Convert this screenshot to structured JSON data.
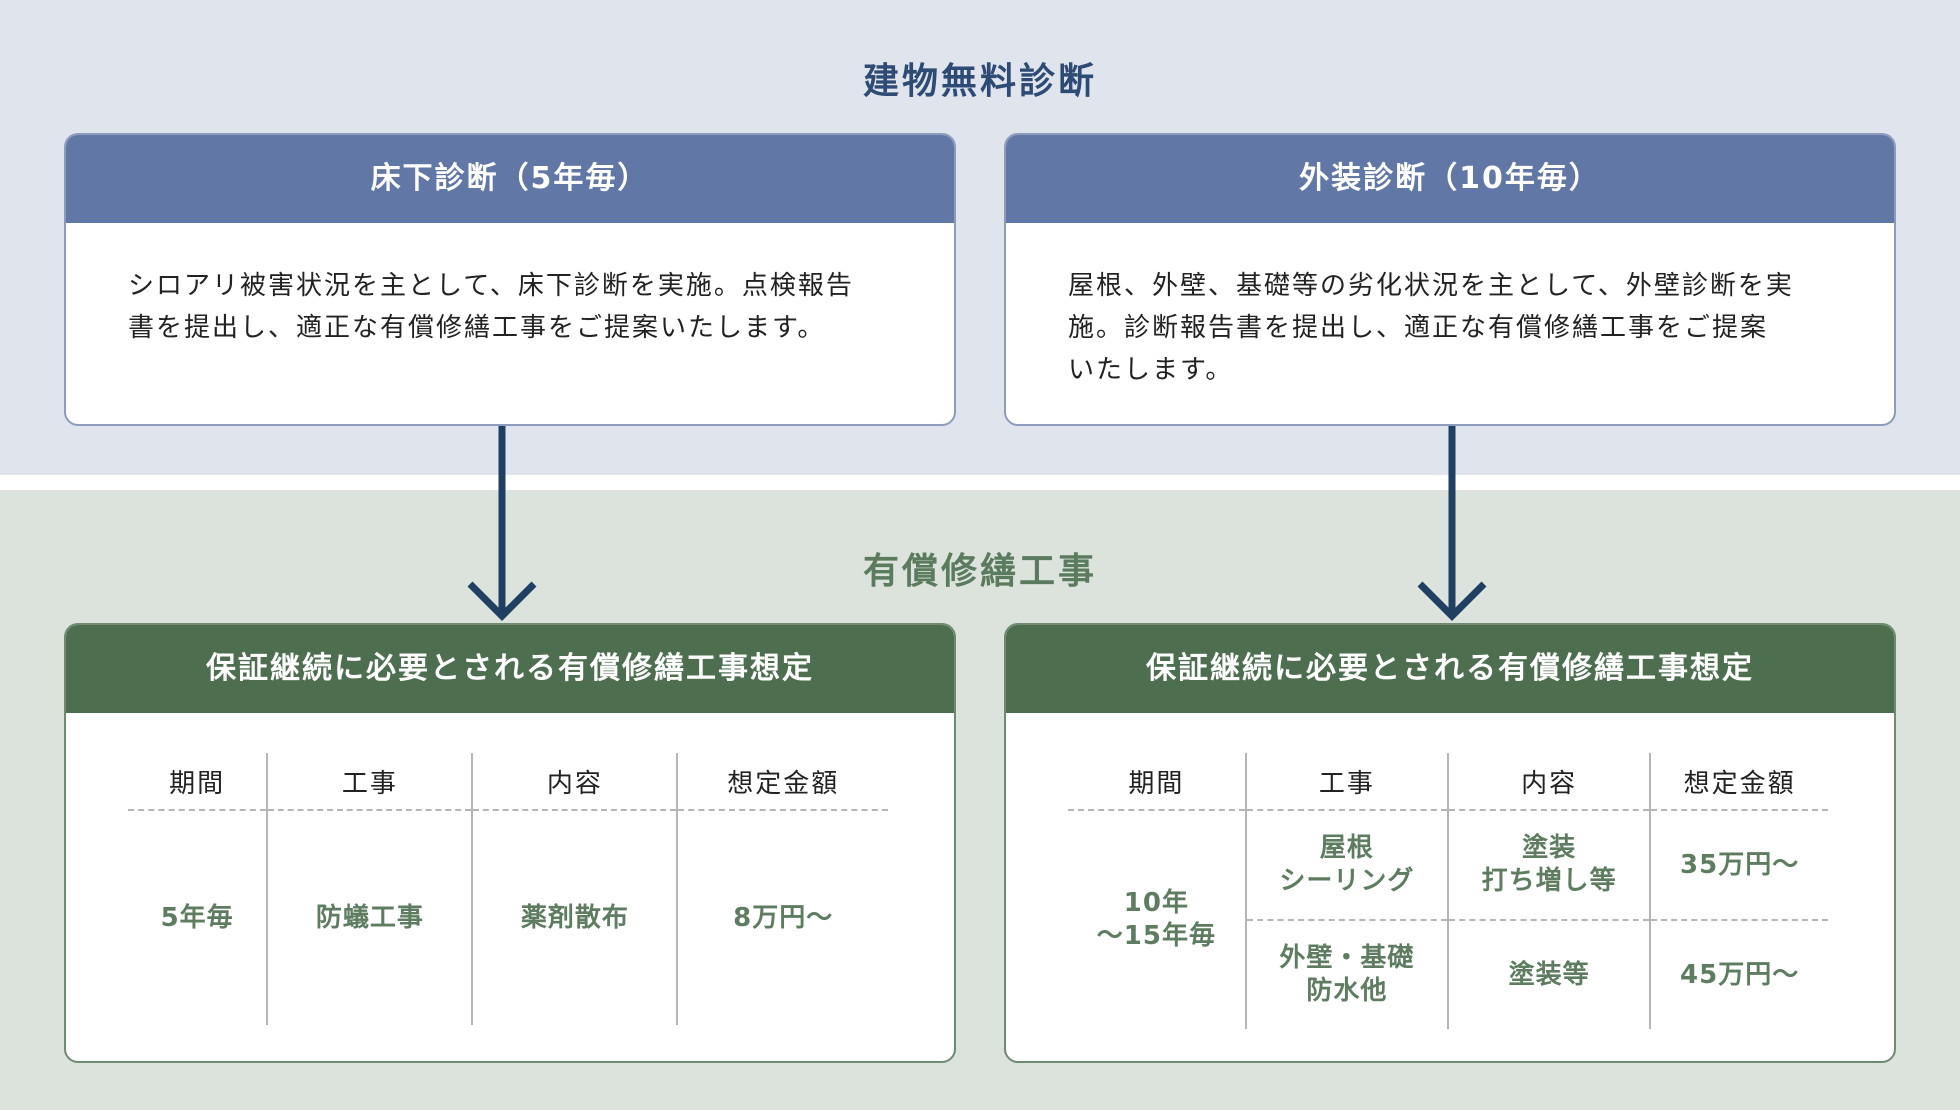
{
  "diagnosis": {
    "title": "建物無料診断",
    "cards": [
      {
        "title": "床下診断（5年毎）",
        "lines": [
          "シロアリ被害状況を主として、床下診断を実施。点検報告",
          "書を提出し、適正な有償修繕工事をご提案いたします。"
        ]
      },
      {
        "title": "外装診断（10年毎）",
        "lines": [
          "屋根、外壁、基礎等の劣化状況を主として、外壁診断を実",
          "施。診断報告書を提出し、適正な有償修繕工事をご提案",
          "いたします。"
        ]
      }
    ]
  },
  "repair": {
    "title": "有償修繕工事",
    "cards": [
      {
        "title": "保証継続に必要とされる有償修繕工事想定",
        "headers": [
          "期間",
          "工事",
          "内容",
          "想定金額"
        ],
        "period": "5年毎",
        "rows": [
          {
            "work": "防蟻工事",
            "content": "薬剤散布",
            "price": "8万円〜"
          }
        ]
      },
      {
        "title": "保証継続に必要とされる有償修繕工事想定",
        "headers": [
          "期間",
          "工事",
          "内容",
          "想定金額"
        ],
        "period": [
          "10年",
          "〜15年毎"
        ],
        "rows": [
          {
            "work": [
              "屋根",
              "シーリング"
            ],
            "content": [
              "塗装",
              "打ち増し等"
            ],
            "price": "35万円〜"
          },
          {
            "work": [
              "外壁・基礎",
              "防水他"
            ],
            "content": "塗装等",
            "price": "45万円〜"
          }
        ]
      }
    ]
  },
  "colors": {
    "blue_header": "#6177a5",
    "green_header": "#4d6f50",
    "arrow": "#1f3f63",
    "green_text": "#5e7d60"
  }
}
